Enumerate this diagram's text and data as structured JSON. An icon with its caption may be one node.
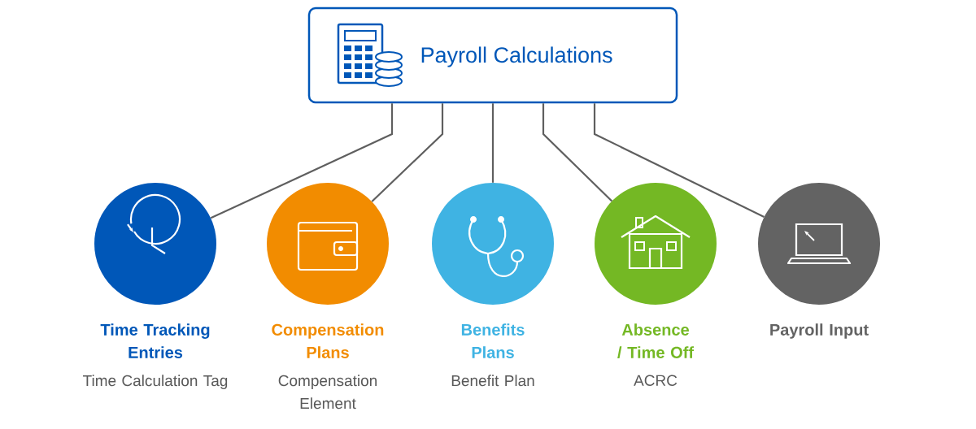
{
  "diagram": {
    "nodes": [
      {
        "text": [
          "Payroll Calculations"
        ]
      },
      {
        "text": [
          "Time Tracking Entries",
          "Time Calculation Tag"
        ]
      },
      {
        "text": [
          "Compensation Plans",
          "Compensation Element"
        ]
      },
      {
        "text": [
          "Benefits Plans",
          "Benefit Plan"
        ]
      },
      {
        "text": [
          "Absence / Time Off",
          "ACRC"
        ]
      },
      {
        "text": [
          "Payroll Input"
        ]
      }
    ],
    "edges": [
      {
        "from": 0,
        "to": 1,
        "arrow": "none"
      },
      {
        "from": 0,
        "to": 2,
        "arrow": "none"
      },
      {
        "from": 0,
        "to": 3,
        "arrow": "none"
      },
      {
        "from": 0,
        "to": 4,
        "arrow": "none"
      },
      {
        "from": 0,
        "to": 5,
        "arrow": "none"
      }
    ]
  }
}
